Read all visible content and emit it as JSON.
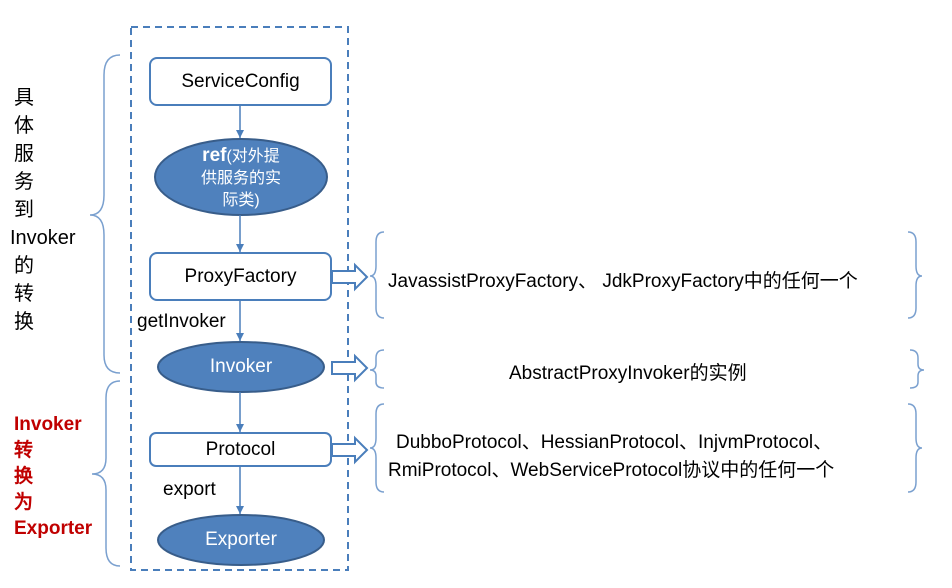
{
  "nodes": {
    "service_config": "ServiceConfig",
    "ref_bold": "ref",
    "ref_rest_line1": "(对外提",
    "ref_line2": "供服务的实",
    "ref_line3": "际类)",
    "proxy_factory": "ProxyFactory",
    "invoker": "Invoker",
    "protocol": "Protocol",
    "exporter": "Exporter"
  },
  "edge_labels": {
    "get_invoker": "getInvoker",
    "export": "export"
  },
  "left_label_top": [
    "具",
    "体",
    "服",
    "务",
    "到",
    "Invoker",
    "的",
    "转",
    "换"
  ],
  "left_label_bottom": [
    "Invoker",
    "转",
    "换",
    "为",
    "Exporter"
  ],
  "notes": {
    "proxy_factory": "JavassistProxyFactory、 JdkProxyFactory中的任何一个",
    "invoker": "AbstractProxyInvoker的实例",
    "protocol_line1": "DubboProtocol、HessianProtocol、InjvmProtocol、",
    "protocol_line2": "RmiProtocol、WebServiceProtocol协议中的任何一个"
  },
  "colors": {
    "box_border": "#4a7ebb",
    "ellipse_fill": "#4f81bd",
    "ellipse_border": "#385d8a",
    "dashed_frame": "#4a7ebb",
    "brace": "#7aa0cf",
    "red_label": "#c00000"
  }
}
